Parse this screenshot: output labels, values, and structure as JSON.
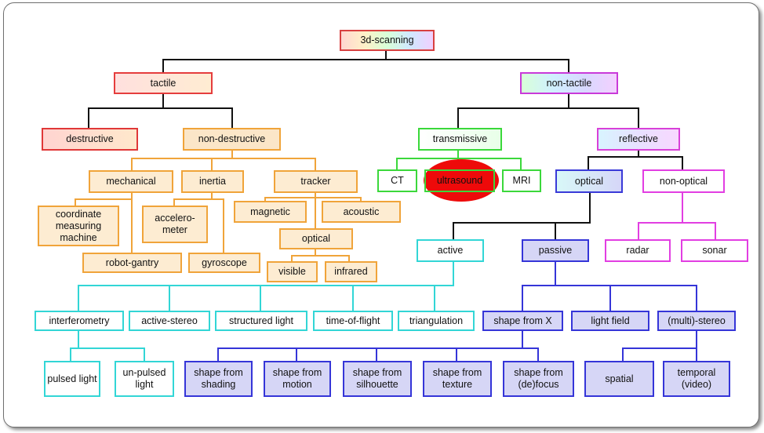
{
  "root": "3d-scanning",
  "level1": {
    "tactile": "tactile",
    "non_tactile": "non-tactile"
  },
  "tactile": {
    "destructive": "destructive",
    "non_destructive": "non-destructive",
    "mechanical": "mechanical",
    "inertia": "inertia",
    "tracker": "tracker",
    "cmm": "coordinate measuring machine",
    "robot_gantry": "robot-gantry",
    "accelerometer": "accelero-meter",
    "gyroscope": "gyroscope",
    "magnetic": "magnetic",
    "acoustic": "acoustic",
    "optical": "optical",
    "visible": "visible",
    "infrared": "infrared"
  },
  "non_tactile": {
    "transmissive": "transmissive",
    "reflective": "reflective",
    "ct": "CT",
    "ultrasound": "ultrasound",
    "mri": "MRI",
    "optical": "optical",
    "non_optical": "non-optical",
    "radar": "radar",
    "sonar": "sonar",
    "active": "active",
    "passive": "passive"
  },
  "active": {
    "interferometry": "interferometry",
    "active_stereo": "active-stereo",
    "structured_light": "structured light",
    "time_of_flight": "time-of-flight",
    "triangulation": "triangulation",
    "pulsed_light": "pulsed light",
    "unpulsed_light": "un-pulsed light"
  },
  "passive": {
    "shape_from_x": "shape from X",
    "light_field": "light field",
    "multi_stereo": "(multi)-stereo",
    "sf_shading": "shape from shading",
    "sf_motion": "shape from motion",
    "sf_silhouette": "shape from silhouette",
    "sf_texture": "shape from texture",
    "sf_defocus": "shape from (de)focus",
    "spatial": "spatial",
    "temporal": "temporal (video)"
  },
  "colors": {
    "tactile": "#e53d3d",
    "mechanical": "#f0a43a",
    "transmissive": "#3bd83b",
    "active": "#32d6d6",
    "passive": "#3535d8",
    "non_optical": "#e23ee2",
    "highlight": "#ee0a0a"
  }
}
